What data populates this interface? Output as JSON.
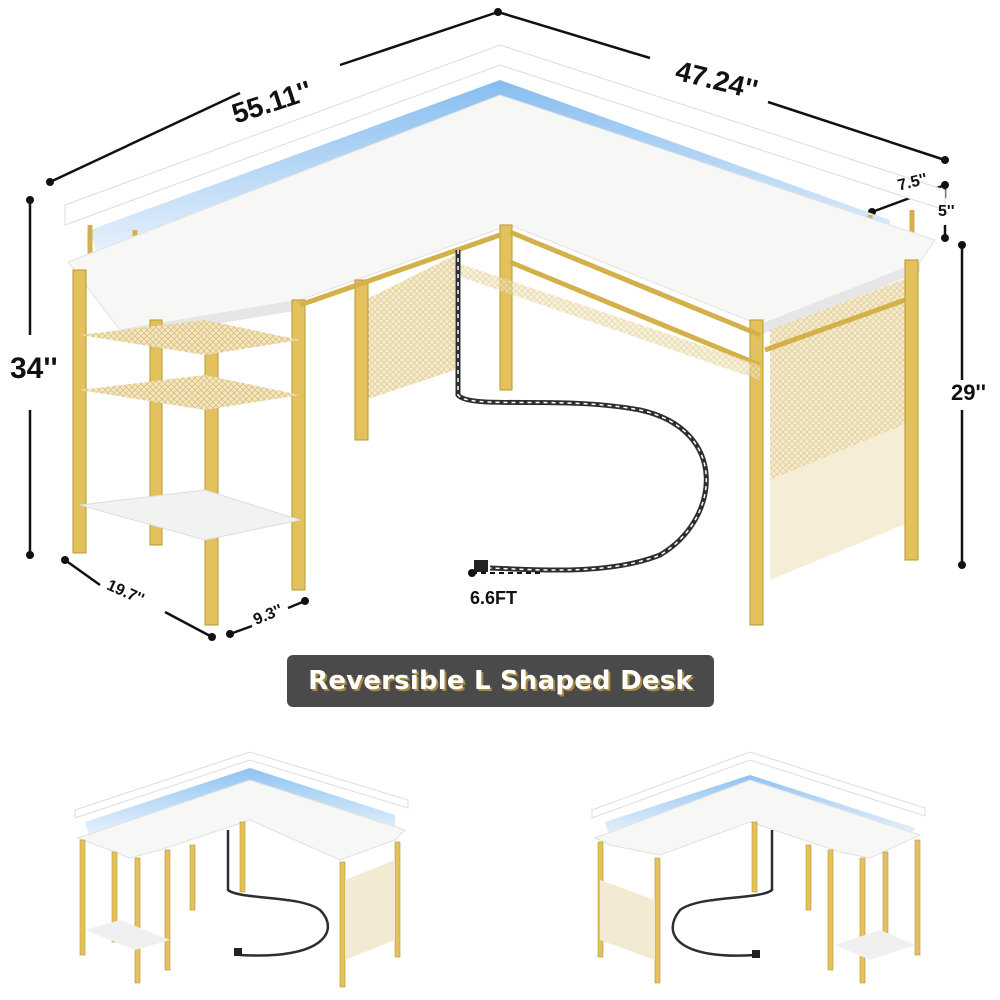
{
  "product": {
    "banner_label": "Reversible L Shaped Desk"
  },
  "dimensions": {
    "left_length": "55.11''",
    "right_length": "47.24''",
    "total_height": "34''",
    "desk_height": "29''",
    "shelf_depth": "7.5''",
    "shelf_height": "5''",
    "side_depth": "19.7''",
    "side_width": "9.3''",
    "cord_length": "6.6FT"
  },
  "colors": {
    "frame_gold": "#e3c25e",
    "frame_shadow": "#b8952f",
    "desktop_white": "#f7f7f5",
    "led_blue": "#9cc8f0",
    "banner_bg": "#4a4a4a",
    "banner_text": "#ffffff",
    "banner_text_shadow": "#a8893c",
    "dimension_line": "#111111",
    "power_cord": "#2b2f33"
  },
  "variants": [
    {
      "name": "left-orientation",
      "position": "bottom-left"
    },
    {
      "name": "right-orientation",
      "position": "bottom-right"
    }
  ]
}
